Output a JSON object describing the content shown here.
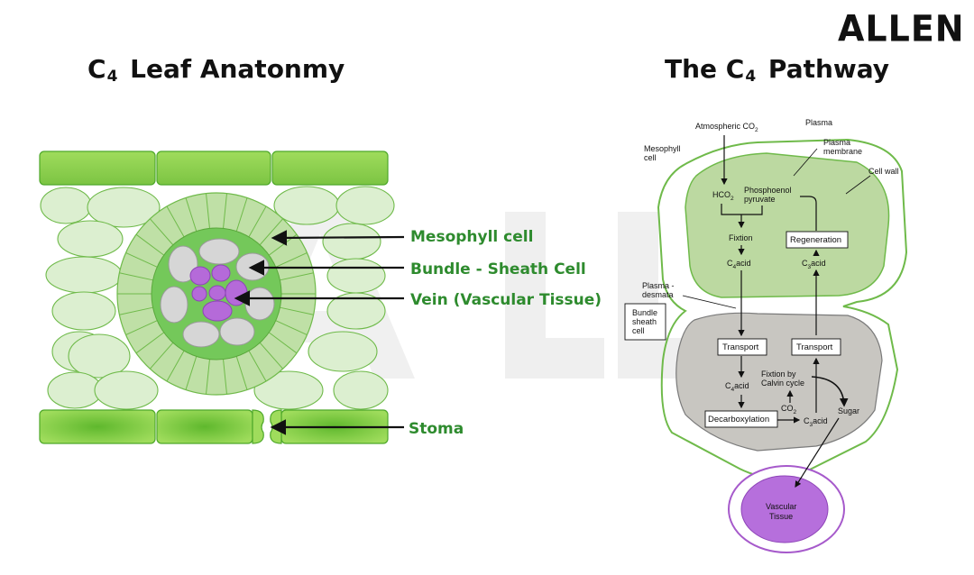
{
  "brand": "ALLEN",
  "left_title": {
    "main": "C",
    "sub": "4",
    "rest": "Leaf Anatonmy"
  },
  "right_title": {
    "main": "The C",
    "sub": "4",
    "rest": "Pathway"
  },
  "leaf_labels": {
    "mesophyll": "Mesophyll  cell",
    "bundle_sheath": "Bundle - Sheath Cell",
    "vein": "Vein (Vascular Tissue)",
    "stoma": "Stoma"
  },
  "pathway": {
    "atmospheric": "Atmospheric CO",
    "atmospheric_sub": "2",
    "plasma": "Plasma",
    "plasma_membrane_1": "Plasma",
    "plasma_membrane_2": "membrane",
    "mesophyll_cell_1": "Mesophyll",
    "mesophyll_cell_2": "cell",
    "cell_wall": "Cell wall",
    "hco": "HCO",
    "hco_sub": "2",
    "pep_1": "Phosphoenol",
    "pep_2": "pyruvate",
    "fixation": "Fixtion",
    "regeneration": "Regeneration",
    "c4acid_top_pre": "C",
    "c4acid_top_sub": "4",
    "c4acid_top_post": "acid",
    "c3acid_top_pre": "C",
    "c3acid_top_sub": "3",
    "c3acid_top_post": "acid",
    "plasmodesmata_1": "Plasma -",
    "plasmodesmata_2": "desmata",
    "bundle_sheath_1": "Bundle",
    "bundle_sheath_2": "sheath",
    "bundle_sheath_3": "cell",
    "transport_left": "Transport",
    "transport_right": "Transport",
    "calvin_1": "Fixtion by",
    "calvin_2": "Calvin cycle",
    "c4acid_bottom_pre": "C",
    "c4acid_bottom_sub": "4",
    "c4acid_bottom_post": "acid",
    "co2_pre": "CO",
    "co2_sub": "2",
    "decarboxylation": "Decarboxylation",
    "c3acid_bottom_pre": "C",
    "c3acid_bottom_sub": "3",
    "c3acid_bottom_post": "acid",
    "sugar": "Sugar",
    "vascular_1": "Vascular",
    "vascular_2": "Tissue"
  },
  "colors": {
    "leaf_green": "#8fd14f",
    "leaf_dark": "#4ea82a",
    "mesophyll_fill": "#dcefd0",
    "sheath_fill": "#bfe0a6",
    "bundle_core": "#74c85a",
    "plastid_grey": "#d6d6d6",
    "vein_purple": "#b56ad9",
    "label_green": "#2e8b2e",
    "meso_cell_fill": "#bcd9a1",
    "sheath_cell_fill": "#c8c6c1",
    "vascular_fill": "#b66fdc"
  }
}
